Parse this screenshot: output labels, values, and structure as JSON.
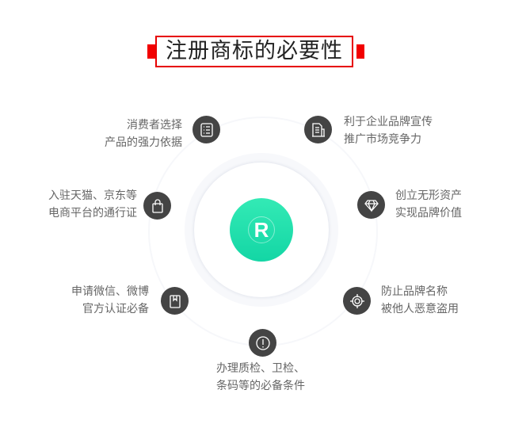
{
  "title": "注册商标的必要性",
  "center_symbol": "R",
  "accent_color": "#e60000",
  "green_color": "#1fdfaa",
  "items": [
    {
      "icon": "list-icon",
      "lines": [
        "消费者选择",
        "产品的强力依据"
      ]
    },
    {
      "icon": "building-icon",
      "lines": [
        "利于企业品牌宣传",
        "推广市场竞争力"
      ]
    },
    {
      "icon": "shopping-bag-icon",
      "lines": [
        "入驻天猫、京东等",
        "电商平台的通行证"
      ]
    },
    {
      "icon": "diamond-icon",
      "lines": [
        "创立无形资产",
        "实现品牌价值"
      ]
    },
    {
      "icon": "bookmark-icon",
      "lines": [
        "申请微信、微博",
        "官方认证必备"
      ]
    },
    {
      "icon": "target-icon",
      "lines": [
        "防止品牌名称",
        "被他人恶意盗用"
      ]
    },
    {
      "icon": "alert-icon",
      "lines": [
        "办理质检、卫检、",
        "条码等的必备条件"
      ]
    }
  ]
}
